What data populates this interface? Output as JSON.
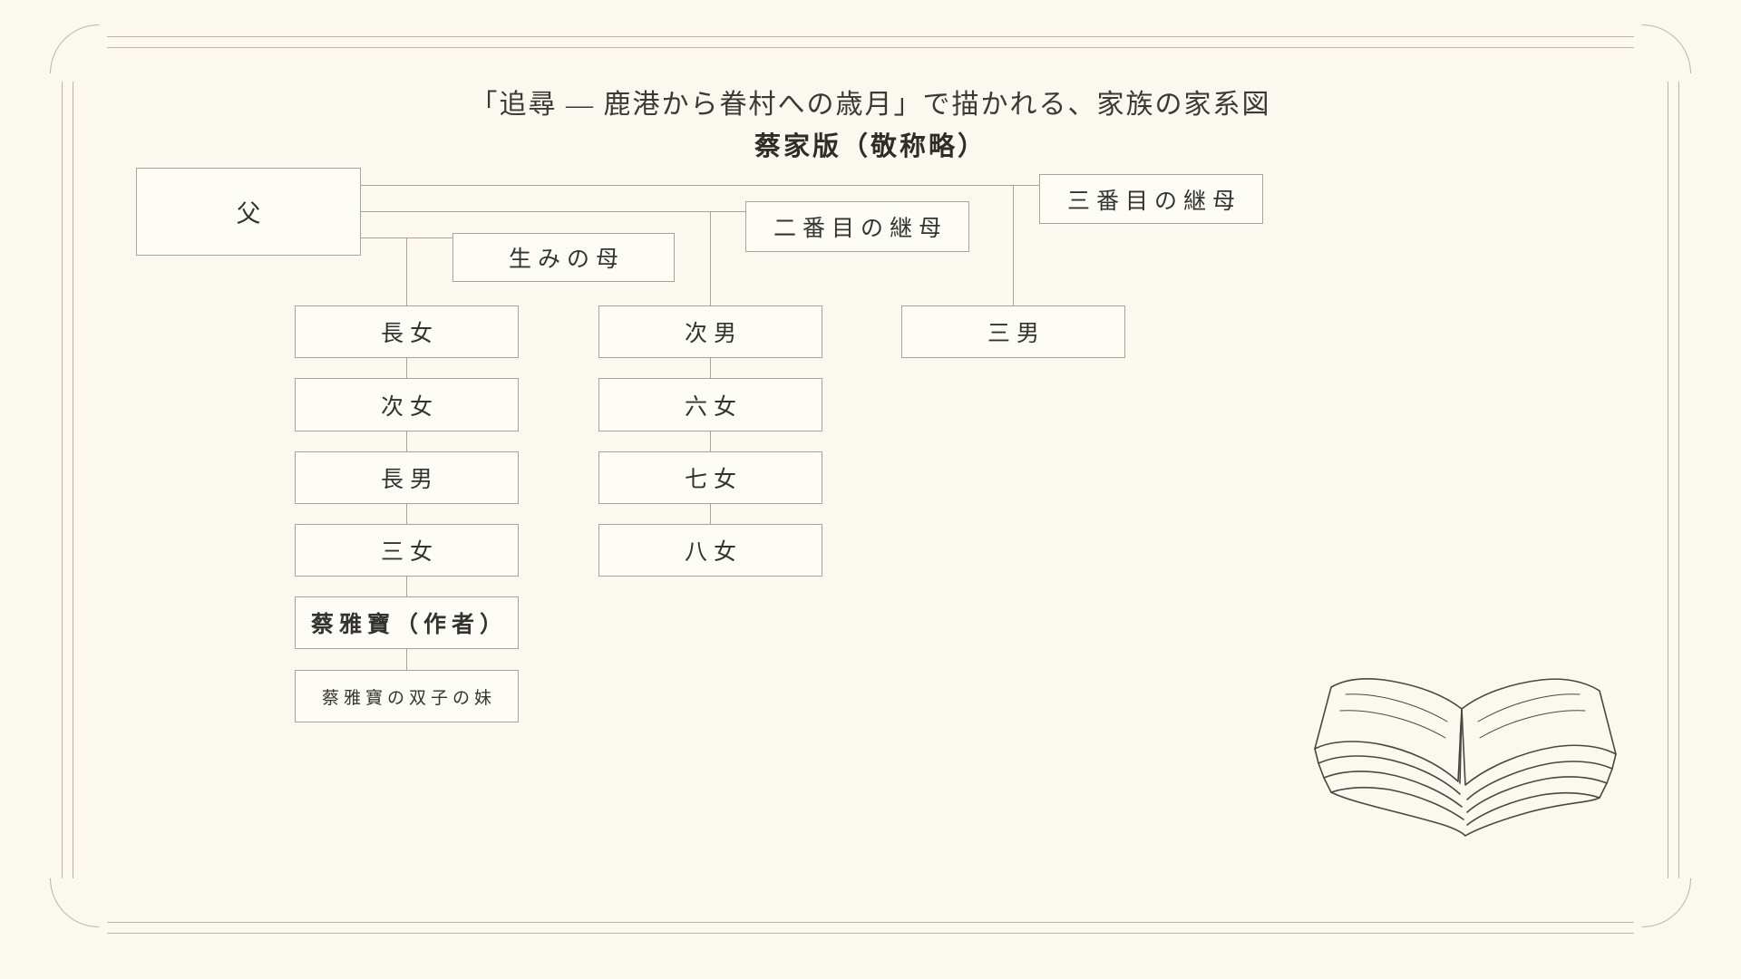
{
  "page": {
    "background_color": "#faf8ef",
    "frame_color": "#b9b4a6",
    "box_border_color": "#a9a498",
    "text_color": "#35332f"
  },
  "title": {
    "main": "「追尋 — 鹿港から眷村への歳月」で描かれる、家族の家系図",
    "sub": "蔡家版（敬称略）"
  },
  "parents": {
    "father": "父",
    "birth_mother": "生みの母",
    "second_stepmother": "二番目の継母",
    "third_stepmother": "三番目の継母"
  },
  "children": {
    "column_left": [
      {
        "label": "長女",
        "style": "normal"
      },
      {
        "label": "次女",
        "style": "normal"
      },
      {
        "label": "長男",
        "style": "normal"
      },
      {
        "label": "三女",
        "style": "normal"
      },
      {
        "label": "蔡雅寶（作者）",
        "style": "bold"
      },
      {
        "label": "蔡雅寶の双子の妹",
        "style": "small"
      }
    ],
    "column_middle": [
      {
        "label": "次男",
        "style": "normal"
      },
      {
        "label": "六女",
        "style": "normal"
      },
      {
        "label": "七女",
        "style": "normal"
      },
      {
        "label": "八女",
        "style": "normal"
      }
    ],
    "column_right": [
      {
        "label": "三男",
        "style": "normal"
      }
    ]
  },
  "decoration": {
    "book_icon": "open-book-icon"
  }
}
